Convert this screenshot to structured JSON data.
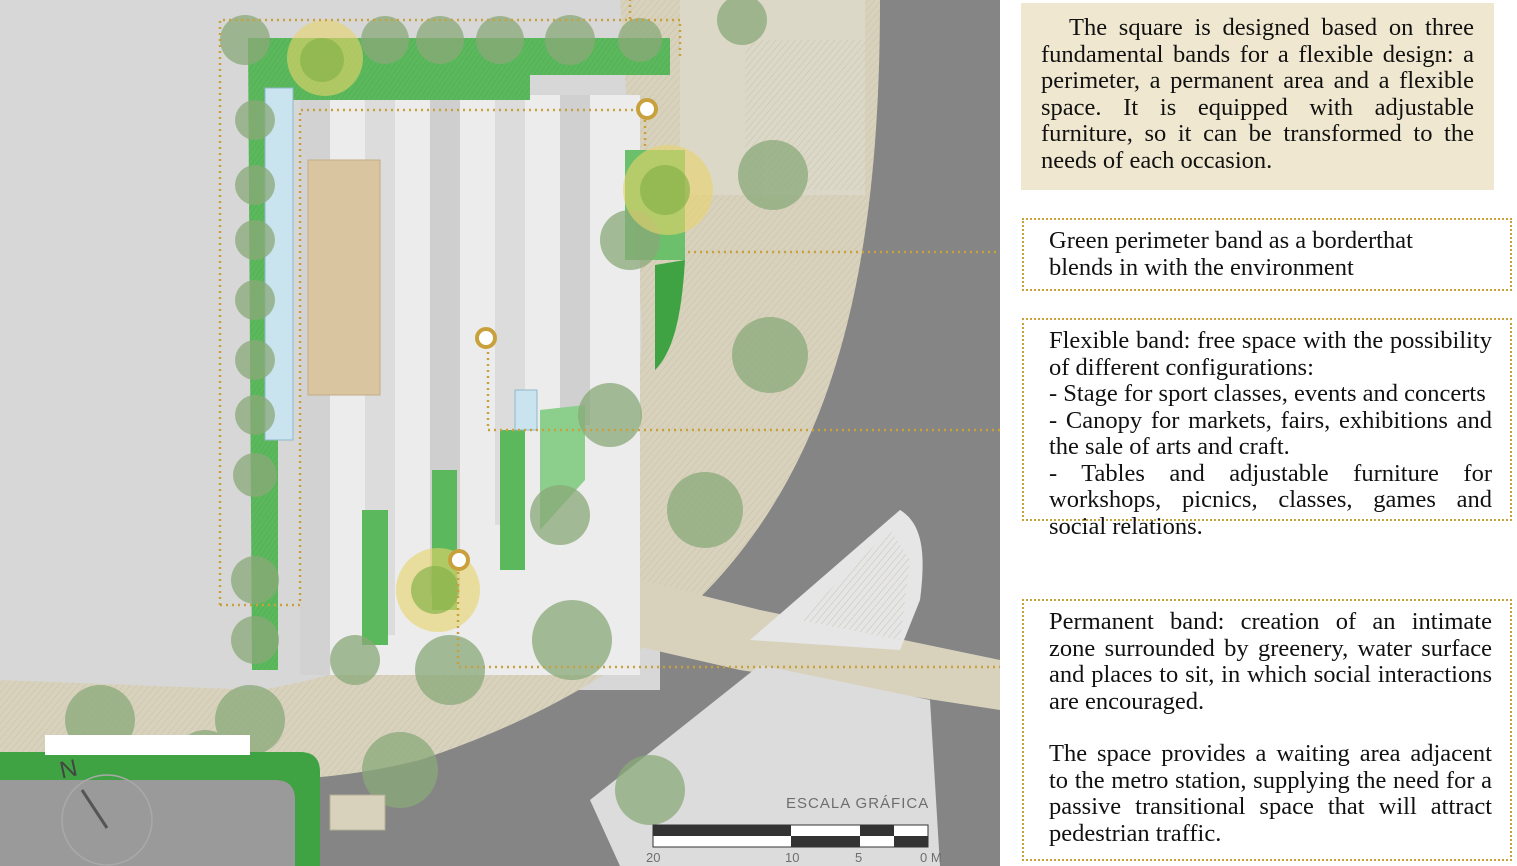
{
  "intro": {
    "text": "The square is designed based on three fundamental bands for a flexible design: a perimeter, a permanent area and a flexible space. It is equipped with adjustable furniture, so it can be transformed to the needs of each occasion."
  },
  "green_band": {
    "line1": "Green perimeter band as a borderthat",
    "line2": "blends in with the environment"
  },
  "flexible_band": {
    "intro": "Flexible band: free space with the possibility of different configurations:",
    "items": [
      "- Stage for sport classes, events and concerts",
      "- Canopy for markets, fairs, exhibitions and the sale of arts and craft.",
      "- Tables and adjustable furniture for workshops, picnics, classes, games and social relations."
    ]
  },
  "permanent_band": {
    "text": "Permanent band: creation of an intimate zone surrounded by greenery, water surface and places to sit, in which social interactions are encouraged.",
    "text2": "The space provides a waiting area adjacent to the metro station, supplying the need for a passive transitional space that will attract pedestrian traffic."
  },
  "plan": {
    "north": "N",
    "scale_label": "ESCALA GRÁFICA",
    "scale_ticks": [
      "20",
      "10",
      "5",
      "0 M"
    ]
  },
  "colors": {
    "road": "#868686",
    "sidewalk": "#d9d3be",
    "green": "#5cb85c",
    "accent": "#c9a13c",
    "intro_bg": "#efe7cf"
  }
}
